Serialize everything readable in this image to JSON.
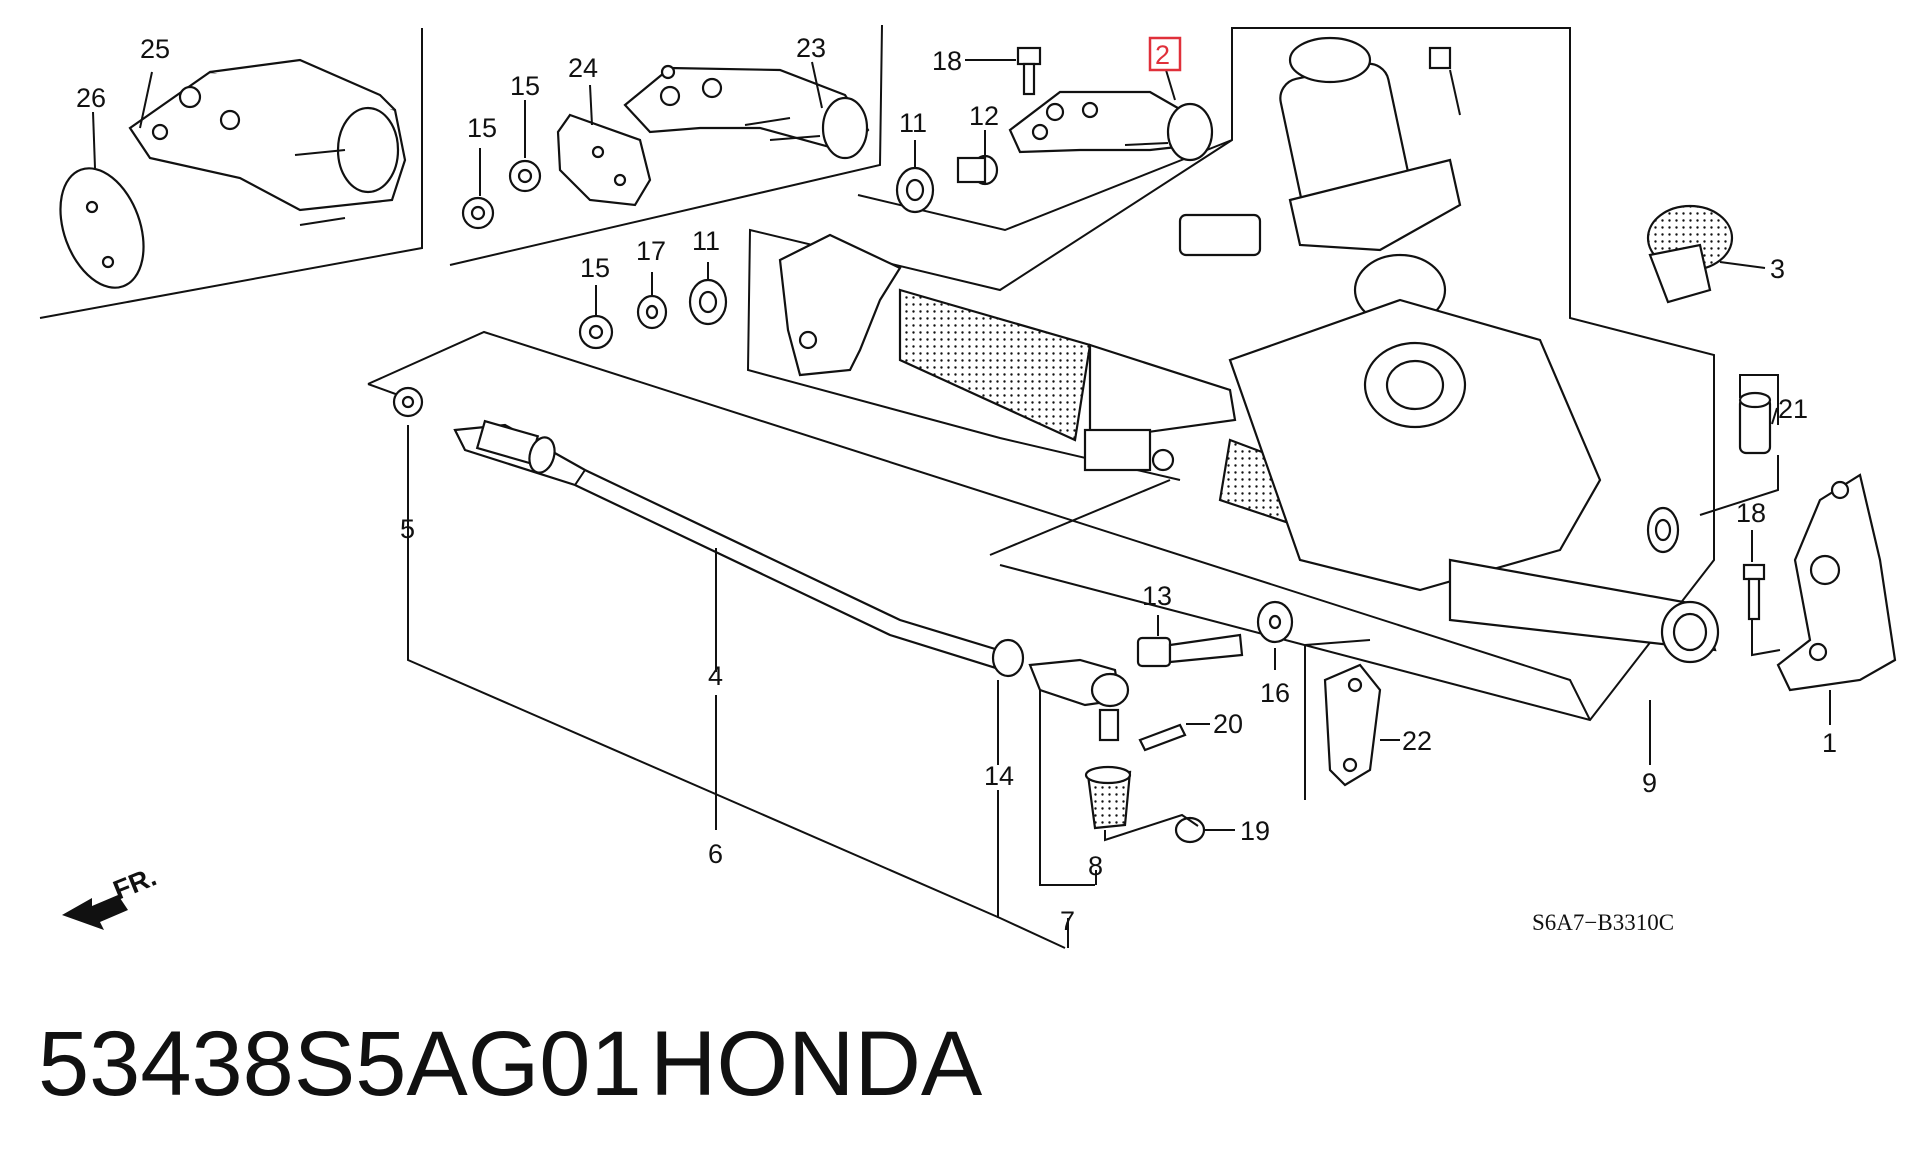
{
  "callouts": {
    "n1": "1",
    "n2": "2",
    "n3": "3",
    "n4": "4",
    "n5": "5",
    "n6": "6",
    "n7": "7",
    "n8": "8",
    "n9": "9",
    "n11a": "11",
    "n11b": "11",
    "n12": "12",
    "n13": "13",
    "n14": "14",
    "n15a": "15",
    "n15b": "15",
    "n15c": "15",
    "n16": "16",
    "n17": "17",
    "n18a": "18",
    "n18b": "18",
    "n19": "19",
    "n20": "20",
    "n21": "21",
    "n22": "22",
    "n23": "23",
    "n24": "24",
    "n25": "25",
    "n26": "26"
  },
  "highlighted_part": "2",
  "highlight_color": "#e0303a",
  "direction_label": "FR.",
  "diagram_code": "S6A7−B3310C",
  "part_number": "53438S5AG01",
  "brand": "HONDA"
}
